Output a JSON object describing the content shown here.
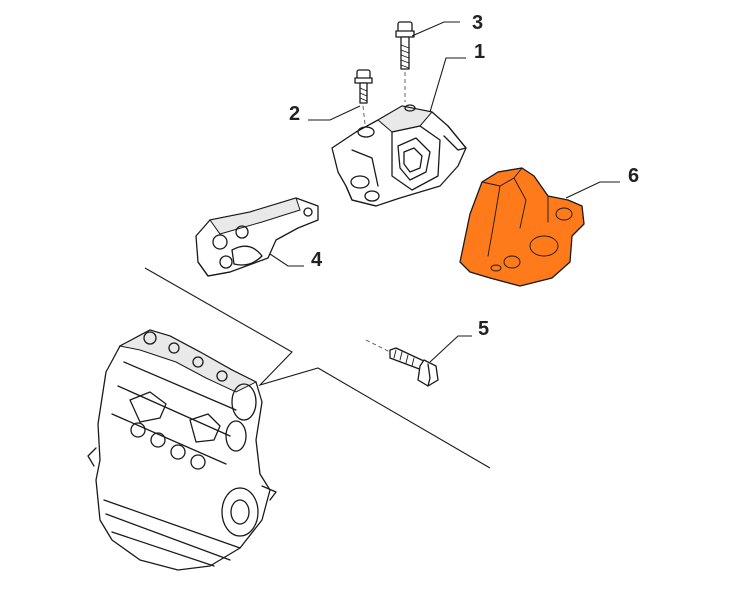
{
  "diagram": {
    "highlight_color": "#ff7a1a",
    "callouts": [
      {
        "id": "c1",
        "label": "1"
      },
      {
        "id": "c2",
        "label": "2"
      },
      {
        "id": "c3",
        "label": "3"
      },
      {
        "id": "c4",
        "label": "4"
      },
      {
        "id": "c5",
        "label": "5"
      },
      {
        "id": "c6",
        "label": "6"
      }
    ]
  }
}
